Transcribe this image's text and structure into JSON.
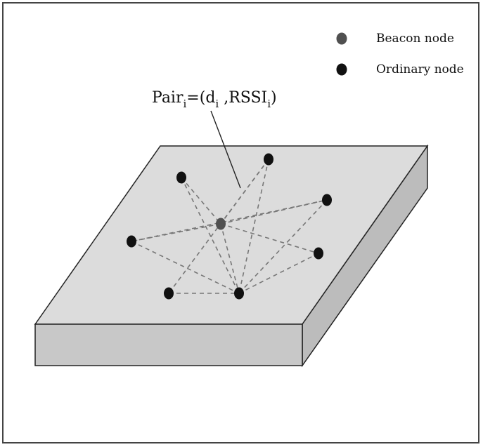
{
  "legend": {
    "beacon": {
      "label": "Beacon node",
      "color": "#505050"
    },
    "ordinary": {
      "label": "Ordinary node",
      "color": "#111111"
    }
  },
  "annotation": {
    "pair_main": "Pair",
    "pair_sub": "i",
    "eq_open": "=(d",
    "d_sub": "i",
    "mid": " ,RSSI",
    "rssi_sub": "i",
    "close": ")"
  },
  "colors": {
    "platform_top": "#dcdcdc",
    "platform_side": "#bcbcbc",
    "platform_front": "#c8c8c8",
    "edge": "#222222",
    "link": "#777777"
  }
}
